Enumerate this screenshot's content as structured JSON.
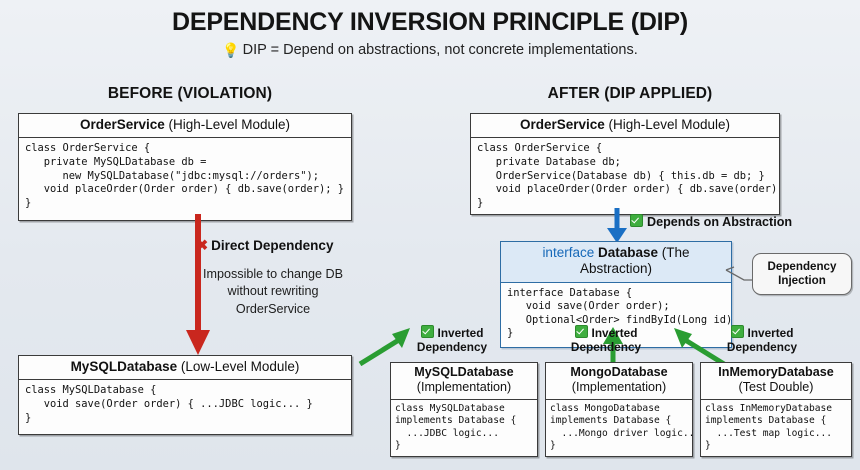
{
  "header": {
    "title": "DEPENDENCY INVERSION PRINCIPLE (DIP)",
    "subtitle": "DIP = Depend on abstractions, not concrete implementations.",
    "bulb_icon": "💡"
  },
  "sections": {
    "before_heading": "BEFORE (VIOLATION)",
    "after_heading": "AFTER (DIP APPLIED)"
  },
  "before": {
    "order_service": {
      "title_strong": "OrderService",
      "title_normal": " (High-Level Module)",
      "code": "class OrderService {\n   private MySQLDatabase db =\n      new MySQLDatabase(\"jdbc:mysql://orders\");\n   void placeOrder(Order order) { db.save(order); }\n}"
    },
    "arrow_label": "Direct Dependency",
    "arrow_icon": "✖",
    "arrow_color": "#c9271e",
    "note": "Impossible to change DB\nwithout rewriting\nOrderService",
    "mysql_database": {
      "title_strong": "MySQLDatabase",
      "title_normal": " (Low-Level Module)",
      "code": "class MySQLDatabase {\n   void save(Order order) { ...JDBC logic... }\n}"
    }
  },
  "after": {
    "order_service": {
      "title_strong": "OrderService",
      "title_normal": " (High-Level Module)",
      "code": "class OrderService {\n   private Database db;\n   OrderService(Database db) { this.db = db; }\n   void placeOrder(Order order) { db.save(order); }\n}"
    },
    "depends_label": "Depends on Abstraction",
    "depends_arrow_color": "#1a6fc4",
    "interface_box": {
      "title_keyword": "interface",
      "title_strong": "Database",
      "title_normal": " (The Abstraction)",
      "code": "interface Database {\n   void save(Order order);\n   Optional<Order> findById(Long id);\n}",
      "border_color": "#2e6da4"
    },
    "callout": {
      "line1": "Dependency",
      "line2": "Injection"
    },
    "inverted_label_line1": "Inverted",
    "inverted_label_line2": "Dependency",
    "inverted_arrow_color": "#2a9d32",
    "implementations": [
      {
        "title_strong": "MySQLDatabase",
        "title_normal": "(Implementation)",
        "code": "class MySQLDatabase\nimplements Database {\n  ...JDBC logic...\n}"
      },
      {
        "title_strong": "MongoDatabase",
        "title_normal": "(Implementation)",
        "code": "class MongoDatabase\nimplements Database {\n  ...Mongo driver logic...\n}"
      },
      {
        "title_strong": "InMemoryDatabase",
        "title_normal": "(Test Double)",
        "code": "class InMemoryDatabase\nimplements Database {\n  ...Test map logic...\n}"
      }
    ]
  }
}
